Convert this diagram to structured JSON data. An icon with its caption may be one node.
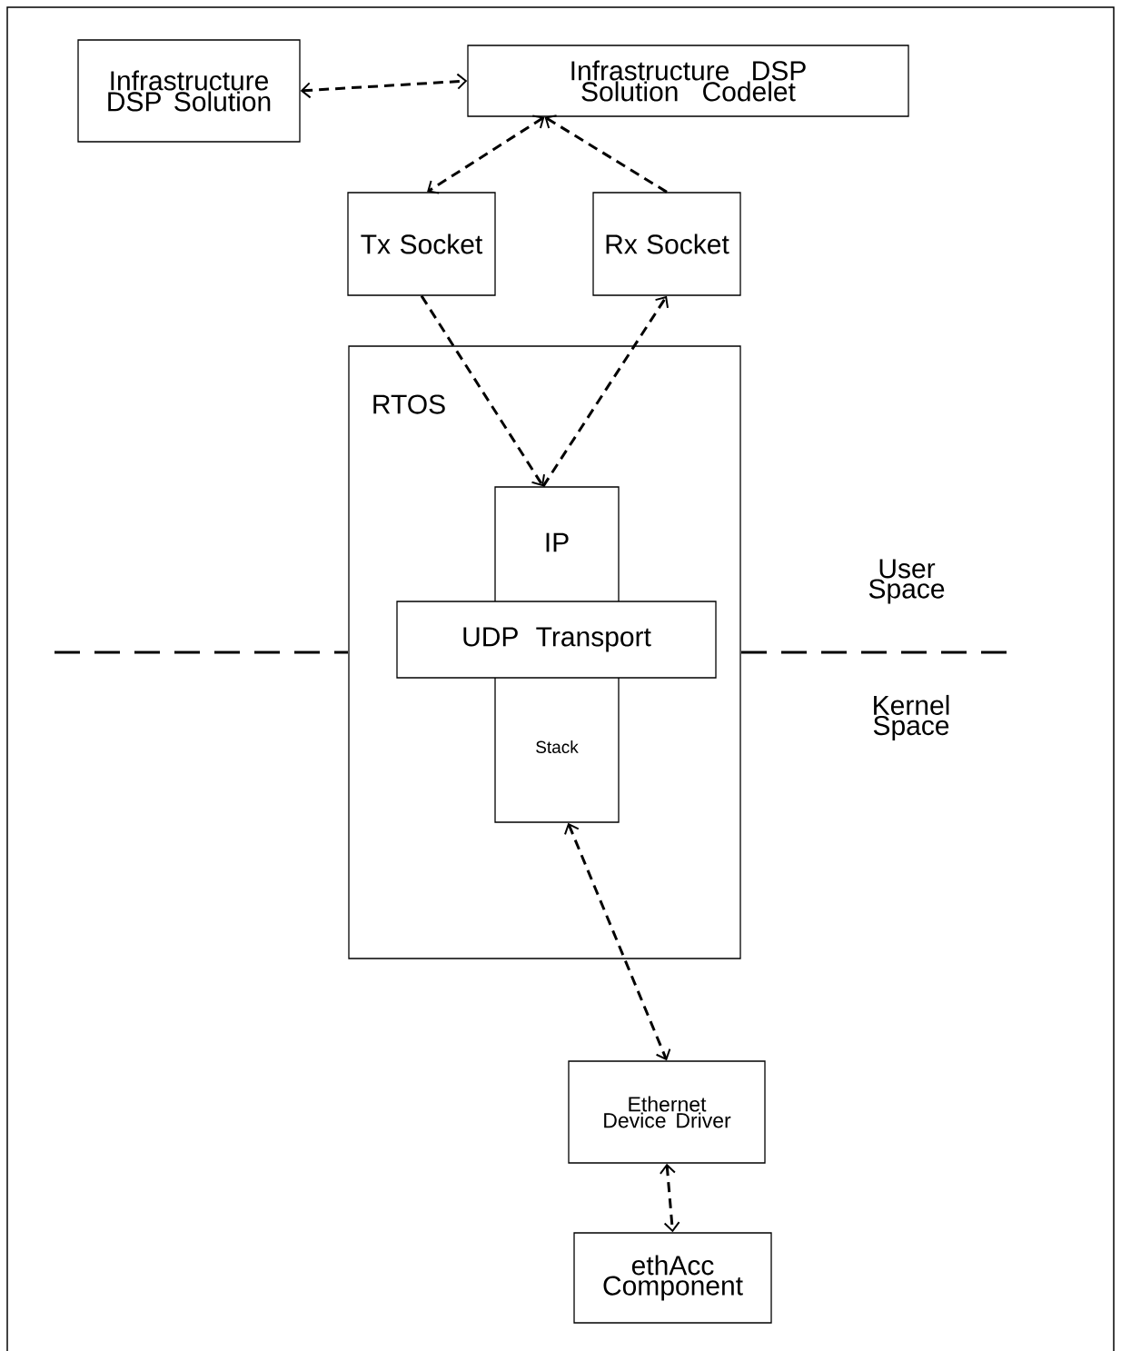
{
  "diagram": {
    "nodes": [
      {
        "text": [
          "Infrastructure DSP Solution"
        ]
      },
      {
        "text": [
          "Infrastructure DSP Solution Codelet"
        ]
      },
      {
        "text": [
          "Tx Socket"
        ]
      },
      {
        "text": [
          "Rx Socket"
        ]
      },
      {
        "text": [
          "RTOS"
        ]
      },
      {
        "text": [
          "IP",
          "Stack"
        ],
        "in": 4
      },
      {
        "text": [
          "UDP Transport"
        ],
        "in": 4
      },
      {
        "text": [
          "Ethernet Device Driver"
        ]
      },
      {
        "text": [
          "ethAcc Component"
        ]
      }
    ],
    "edges": [
      {
        "from": 0,
        "to": 1,
        "arrow": "both",
        "style": "dashed"
      },
      {
        "from": 1,
        "to": 2,
        "arrow": "both",
        "style": "dashed"
      },
      {
        "from": 3,
        "to": 1,
        "arrow": "to",
        "style": "dashed"
      },
      {
        "from": 2,
        "to": 5,
        "arrow": "to",
        "style": "dashed"
      },
      {
        "from": 5,
        "to": 3,
        "arrow": "to",
        "style": "dashed"
      },
      {
        "from": 5,
        "to": 7,
        "arrow": "both",
        "style": "dashed"
      },
      {
        "from": 7,
        "to": 8,
        "arrow": "both",
        "style": "dashed"
      }
    ],
    "labels": [
      "User Space",
      "Kernel Space"
    ]
  }
}
